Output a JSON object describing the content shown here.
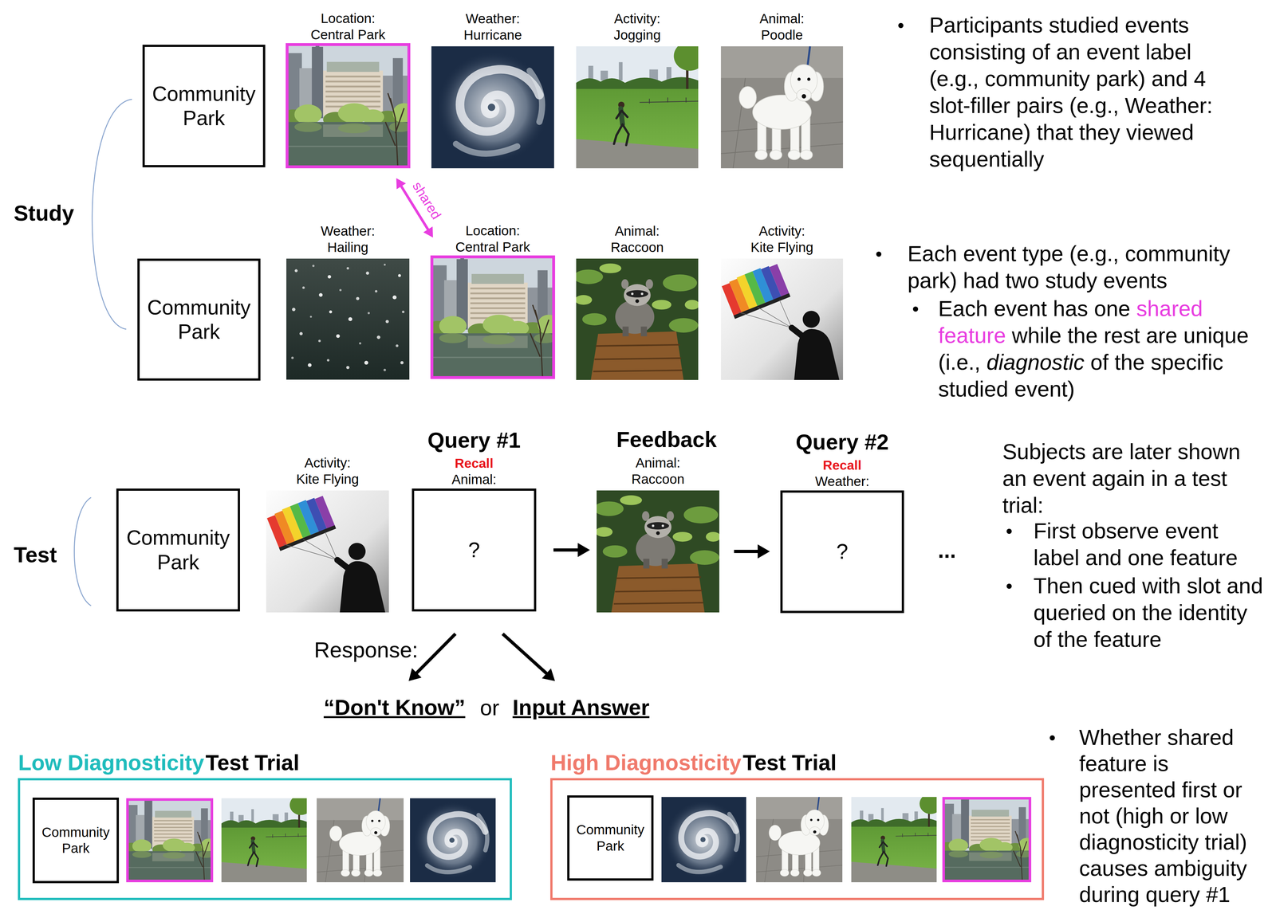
{
  "diagram": {
    "nodes": [
      {
        "text": [
          "Community Park"
        ]
      },
      {
        "text": [
          "Location: Central Park"
        ]
      },
      {
        "text": [
          "Weather: Hurricane"
        ]
      },
      {
        "text": [
          "Activity: Jogging"
        ]
      },
      {
        "text": [
          "Animal: Poodle"
        ]
      },
      {
        "text": [
          "Community Park"
        ]
      },
      {
        "text": [
          "Weather: Hailing"
        ]
      },
      {
        "text": [
          "Location: Central Park"
        ]
      },
      {
        "text": [
          "Animal: Raccoon"
        ]
      },
      {
        "text": [
          "Activity: Kite Flying"
        ]
      },
      {
        "text": [
          "Community Park"
        ]
      },
      {
        "text": [
          "Activity: Kite Flying"
        ]
      },
      {
        "text": [
          "Query #1",
          "Recall",
          "Animal:",
          "?"
        ]
      },
      {
        "text": [
          "Feedback",
          "Animal: Raccoon"
        ]
      },
      {
        "text": [
          "Query #2",
          "Recall",
          "Weather:",
          "?"
        ]
      },
      {
        "text": [
          "“Don't Know”"
        ]
      },
      {
        "text": [
          "Input Answer"
        ]
      },
      {
        "text": [
          "Low Diagnosticity",
          "Test Trial"
        ]
      },
      {
        "text": [
          "Community Park"
        ],
        "in": 17
      },
      {
        "text": [
          "High Diagnosticity",
          "Test Trial"
        ]
      },
      {
        "text": [
          "Community Park"
        ],
        "in": 19
      }
    ],
    "edges": [
      {
        "from": 1,
        "to": 7,
        "label": "shared",
        "arrow": "both"
      },
      {
        "from": 12,
        "to": 13,
        "arrow": "to"
      },
      {
        "from": 13,
        "to": 14,
        "arrow": "to"
      },
      {
        "from": 12,
        "to": 15,
        "arrow": "to"
      },
      {
        "from": 12,
        "to": 16,
        "arrow": "to"
      }
    ],
    "labels": [
      "Study",
      "Test",
      "Participants studied events consisting of an event label (e.g., community park) and 4 slot-filler pairs (e.g., Weather: Hurricane) that they viewed sequentially",
      "Each event type (e.g., community park) had two study events",
      "Each event has one",
      "shared feature",
      "while the rest are unique (i.e.,",
      "diagnostic",
      "of the specific studied event)",
      "Subjects are later shown an event again in a test trial:",
      "First observe event label and one feature",
      "Then cued with slot and queried on the identity of the feature",
      "Response:",
      "or",
      "...",
      "Whether shared feature is presented first or not (high or low diagnosticity trial) causes ambiguity during query #1"
    ]
  }
}
